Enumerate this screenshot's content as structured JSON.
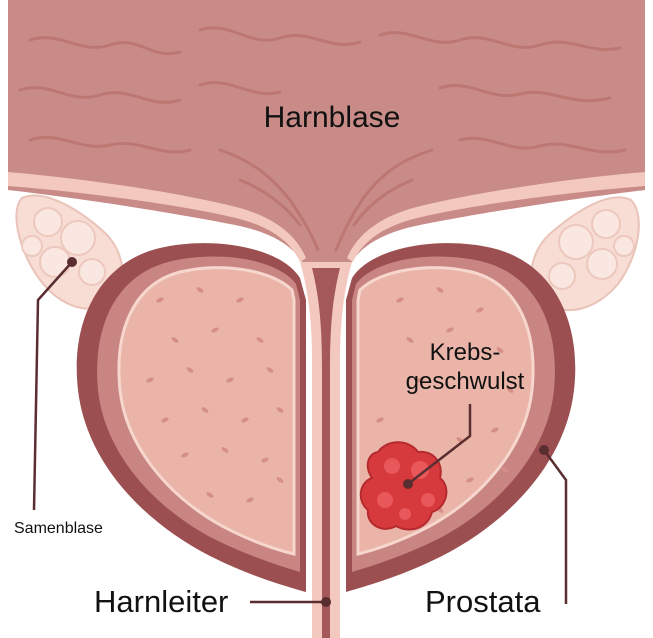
{
  "labels": {
    "bladder": "Harnblase",
    "tumor_line1": "Krebs-",
    "tumor_line2": "geschwulst",
    "seminal_vesicle": "Samenblase",
    "urethra": "Harnleiter",
    "prostate": "Prostata"
  },
  "colors": {
    "bladder_wall": "#c98b87",
    "bladder_fold": "#b9716c",
    "bladder_lining": "#f3c9bf",
    "capsule_outer": "#9c4f50",
    "capsule_light": "#c98582",
    "prostate_tissue": "#eab5a8",
    "tissue_spot": "#d68f86",
    "seminal_vesicle": "#f8ddd5",
    "urethra": "#a5585a",
    "tumor": "#d63a3c",
    "leader_line": "#5a2d30"
  }
}
